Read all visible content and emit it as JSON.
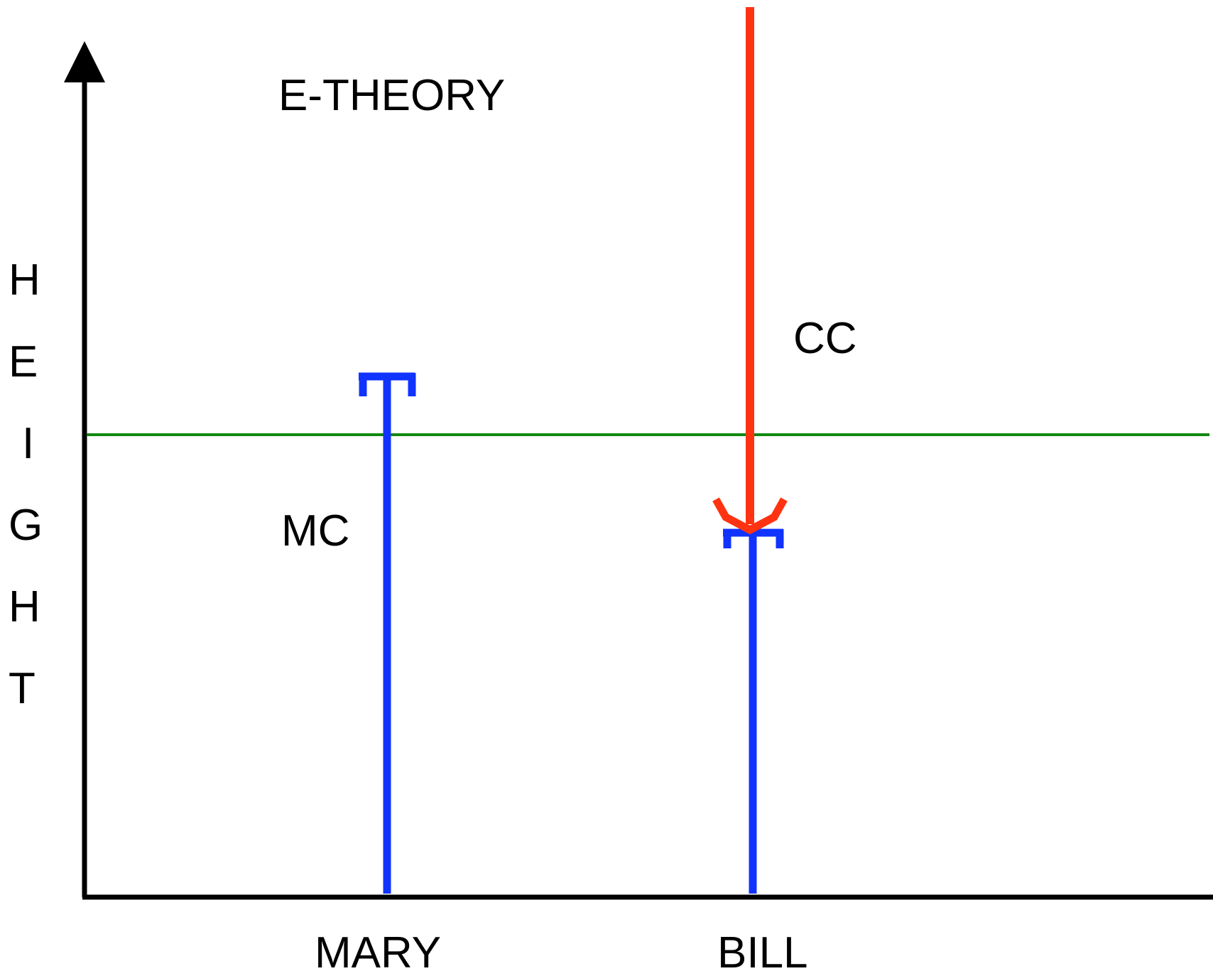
{
  "diagram": {
    "title": "E-THEORY",
    "y_axis_letters": [
      "H",
      "E",
      "I",
      "G",
      "H",
      "T"
    ],
    "x_labels": {
      "mary": "MARY",
      "bill": "BILL"
    },
    "labels": {
      "mc": "MC",
      "cc": "CC"
    },
    "colors": {
      "axis": "#000000",
      "bar": "#1133ff",
      "arrow": "#ff3311",
      "threshold": "#118811"
    }
  }
}
